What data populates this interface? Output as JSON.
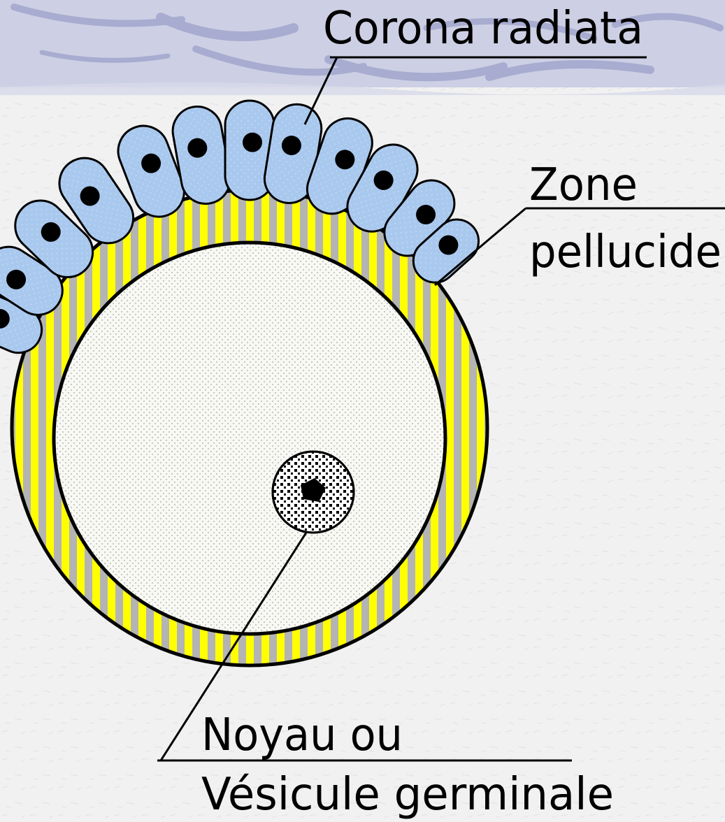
{
  "diagram": {
    "labels": {
      "corona": "Corona radiata",
      "zone_line1": "Zone",
      "zone_line2": "pellucide",
      "noyau_line1": "Noyau ou",
      "noyau_line2": "Vésicule germinale"
    },
    "colors": {
      "background": "#f1f1f1",
      "banner": "#cdd0e4",
      "banner_swirl": "#a8acd0",
      "corona_cell": "#a9c8ee",
      "zone_yellow": "#ffff00",
      "zone_gray": "#b4b4b4",
      "cytoplasm": "#f8f8f4",
      "outline": "#000000"
    }
  }
}
